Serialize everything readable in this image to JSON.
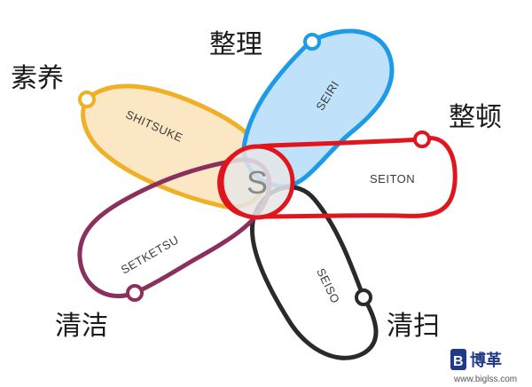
{
  "center": {
    "letter": "S"
  },
  "lobes": [
    {
      "id": "seiri",
      "label": "SEIRI",
      "term": "整理",
      "color": "#1e9be6",
      "fill": "#bfe2fa"
    },
    {
      "id": "seiton",
      "label": "SEITON",
      "term": "整顿",
      "color": "#e0151d",
      "fill": "none"
    },
    {
      "id": "seiso",
      "label": "SEISO",
      "term": "清扫",
      "color": "#2a2a2a",
      "fill": "none"
    },
    {
      "id": "setketsu",
      "label": "SETKETSU",
      "term": "清洁",
      "color": "#8b2f5d",
      "fill": "none"
    },
    {
      "id": "shitsuke",
      "label": "SHITSUKE",
      "term": "素养",
      "color": "#efb026",
      "fill": "#fbe7c4"
    }
  ],
  "logo": {
    "brand": "博革",
    "url": "www.biglss.com",
    "accent": "#1f3a8a"
  }
}
